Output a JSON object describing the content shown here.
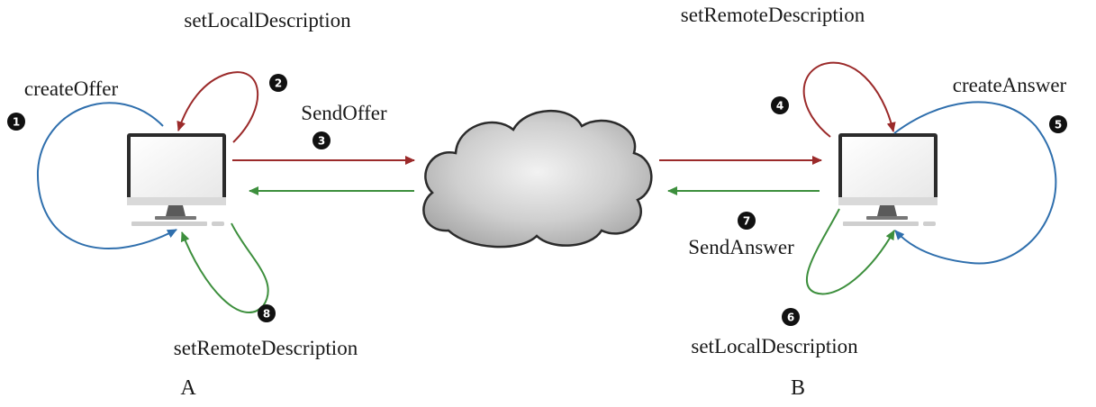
{
  "labels": {
    "a_set_local": "setLocalDescription",
    "b_set_remote": "setRemoteDescription",
    "create_offer": "createOffer",
    "send_offer": "SendOffer",
    "create_answer": "createAnswer",
    "send_answer": "SendAnswer",
    "a_set_remote": "setRemoteDescription",
    "b_set_local": "setLocalDescription",
    "peer_a": "A",
    "peer_b": "B"
  },
  "steps": {
    "s1": "1",
    "s2": "2",
    "s3": "3",
    "s4": "4",
    "s5": "5",
    "s6": "6",
    "s7": "7",
    "s8": "8"
  },
  "icons": {
    "computer_a": "computer-icon",
    "computer_b": "computer-icon",
    "cloud": "cloud-icon"
  },
  "colors": {
    "offer_red": "#9b2a2a",
    "answer_green": "#3d8f3d",
    "blue": "#2f6fad",
    "marker": "#111111"
  }
}
